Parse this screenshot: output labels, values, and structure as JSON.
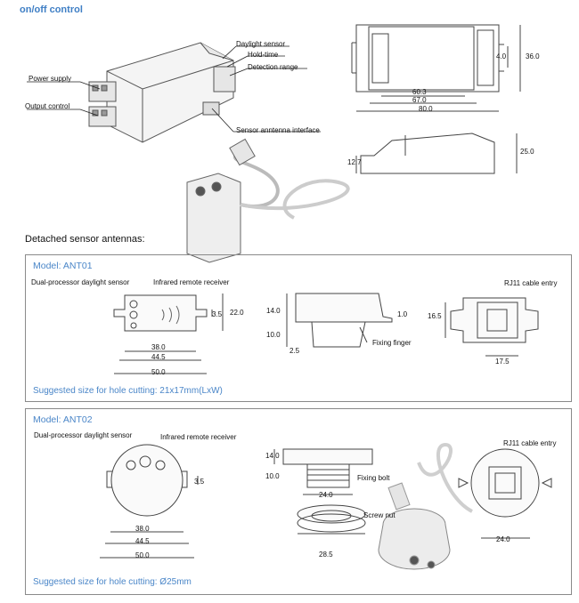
{
  "title": "on/off control",
  "top": {
    "labels": {
      "daylight": "Daylight sensor",
      "hold": "Hold-time",
      "detection": "Detection range",
      "power": "Power supply",
      "output": "Output control",
      "antenna": "Sensor anntenna interface"
    },
    "dims": {
      "d1": "60.3",
      "d2": "67.0",
      "d3": "80.0",
      "d4": "4.0",
      "d5": "36.0",
      "d6": "12.7",
      "d7": "25.0"
    }
  },
  "section_heading": "Detached sensor antennas:",
  "ant01": {
    "model": "Model: ANT01",
    "labels": {
      "daylight": "Dual-processor daylight sensor",
      "ir": "Infrared remote receiver",
      "fixing": "Fixing finger",
      "rj11": "RJ11 cable entry"
    },
    "dims": {
      "d3_5": "3.5",
      "d22": "22.0",
      "d38": "38.0",
      "d44_5": "44.5",
      "d50": "50.0",
      "d14": "14.0",
      "d1": "1.0",
      "d10": "10.0",
      "d2_5": "2.5",
      "d16_5": "16.5",
      "d17_5": "17.5"
    },
    "hint": "Suggested size for hole cutting: 21x17mm(LxW)"
  },
  "ant02": {
    "model": "Model: ANT02",
    "labels": {
      "daylight": "Dual-processor daylight sensor",
      "ir": "Infrared remote receiver",
      "bolt": "Fixing bolt",
      "nut": "Screw nut",
      "rj11": "RJ11 cable entry"
    },
    "dims": {
      "d3_5": "3.5",
      "d38": "38.0",
      "d44_5": "44.5",
      "d50": "50.0",
      "d14": "14.0",
      "d10": "10.0",
      "d24": "24.0",
      "d28_5": "28.5",
      "d24b": "24.0"
    },
    "hint": "Suggested size for hole cutting:  Ø25mm"
  }
}
